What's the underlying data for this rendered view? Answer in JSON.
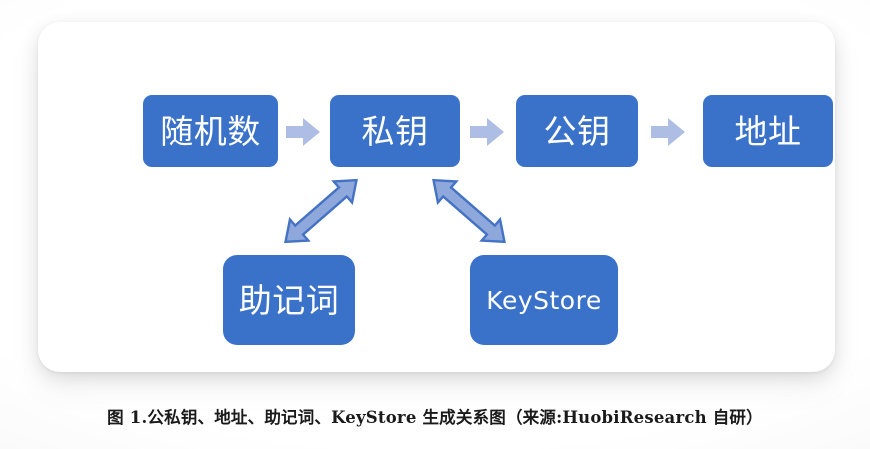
{
  "figure": {
    "caption": "图 1.公私钥、地址、助记词、KeyStore 生成关系图（来源:HuobiResearch 自研）",
    "colors": {
      "node_fill": "#3b72c9",
      "node_text": "#ffffff",
      "block_arrow_fill": "#aebde4",
      "double_arrow_fill": "#8fa8dc",
      "double_arrow_stroke": "#4472c4",
      "card_background": "#ffffff",
      "page_background": "#ffffff"
    }
  },
  "diagram": {
    "type": "flow-diagram",
    "nodes": [
      {
        "id": "random",
        "label": "随机数",
        "row": "top",
        "order": 1
      },
      {
        "id": "privkey",
        "label": "私钥",
        "row": "top",
        "order": 2
      },
      {
        "id": "pubkey",
        "label": "公钥",
        "row": "top",
        "order": 3
      },
      {
        "id": "address",
        "label": "地址",
        "row": "top",
        "order": 4
      },
      {
        "id": "mnemonic",
        "label": "助记词",
        "row": "bottom",
        "order": 1
      },
      {
        "id": "keystore",
        "label": "KeyStore",
        "row": "bottom",
        "order": 2
      }
    ],
    "edges": [
      {
        "from": "random",
        "to": "privkey",
        "style": "block-arrow",
        "direction": "one-way",
        "icon": "right-arrow-icon"
      },
      {
        "from": "privkey",
        "to": "pubkey",
        "style": "block-arrow",
        "direction": "one-way",
        "icon": "right-arrow-icon"
      },
      {
        "from": "pubkey",
        "to": "address",
        "style": "block-arrow",
        "direction": "one-way",
        "icon": "right-arrow-icon"
      },
      {
        "from": "privkey",
        "to": "mnemonic",
        "style": "double-arrow",
        "direction": "two-way",
        "icon": "double-headed-arrow-icon"
      },
      {
        "from": "privkey",
        "to": "keystore",
        "style": "double-arrow",
        "direction": "two-way",
        "icon": "double-headed-arrow-icon"
      }
    ]
  }
}
